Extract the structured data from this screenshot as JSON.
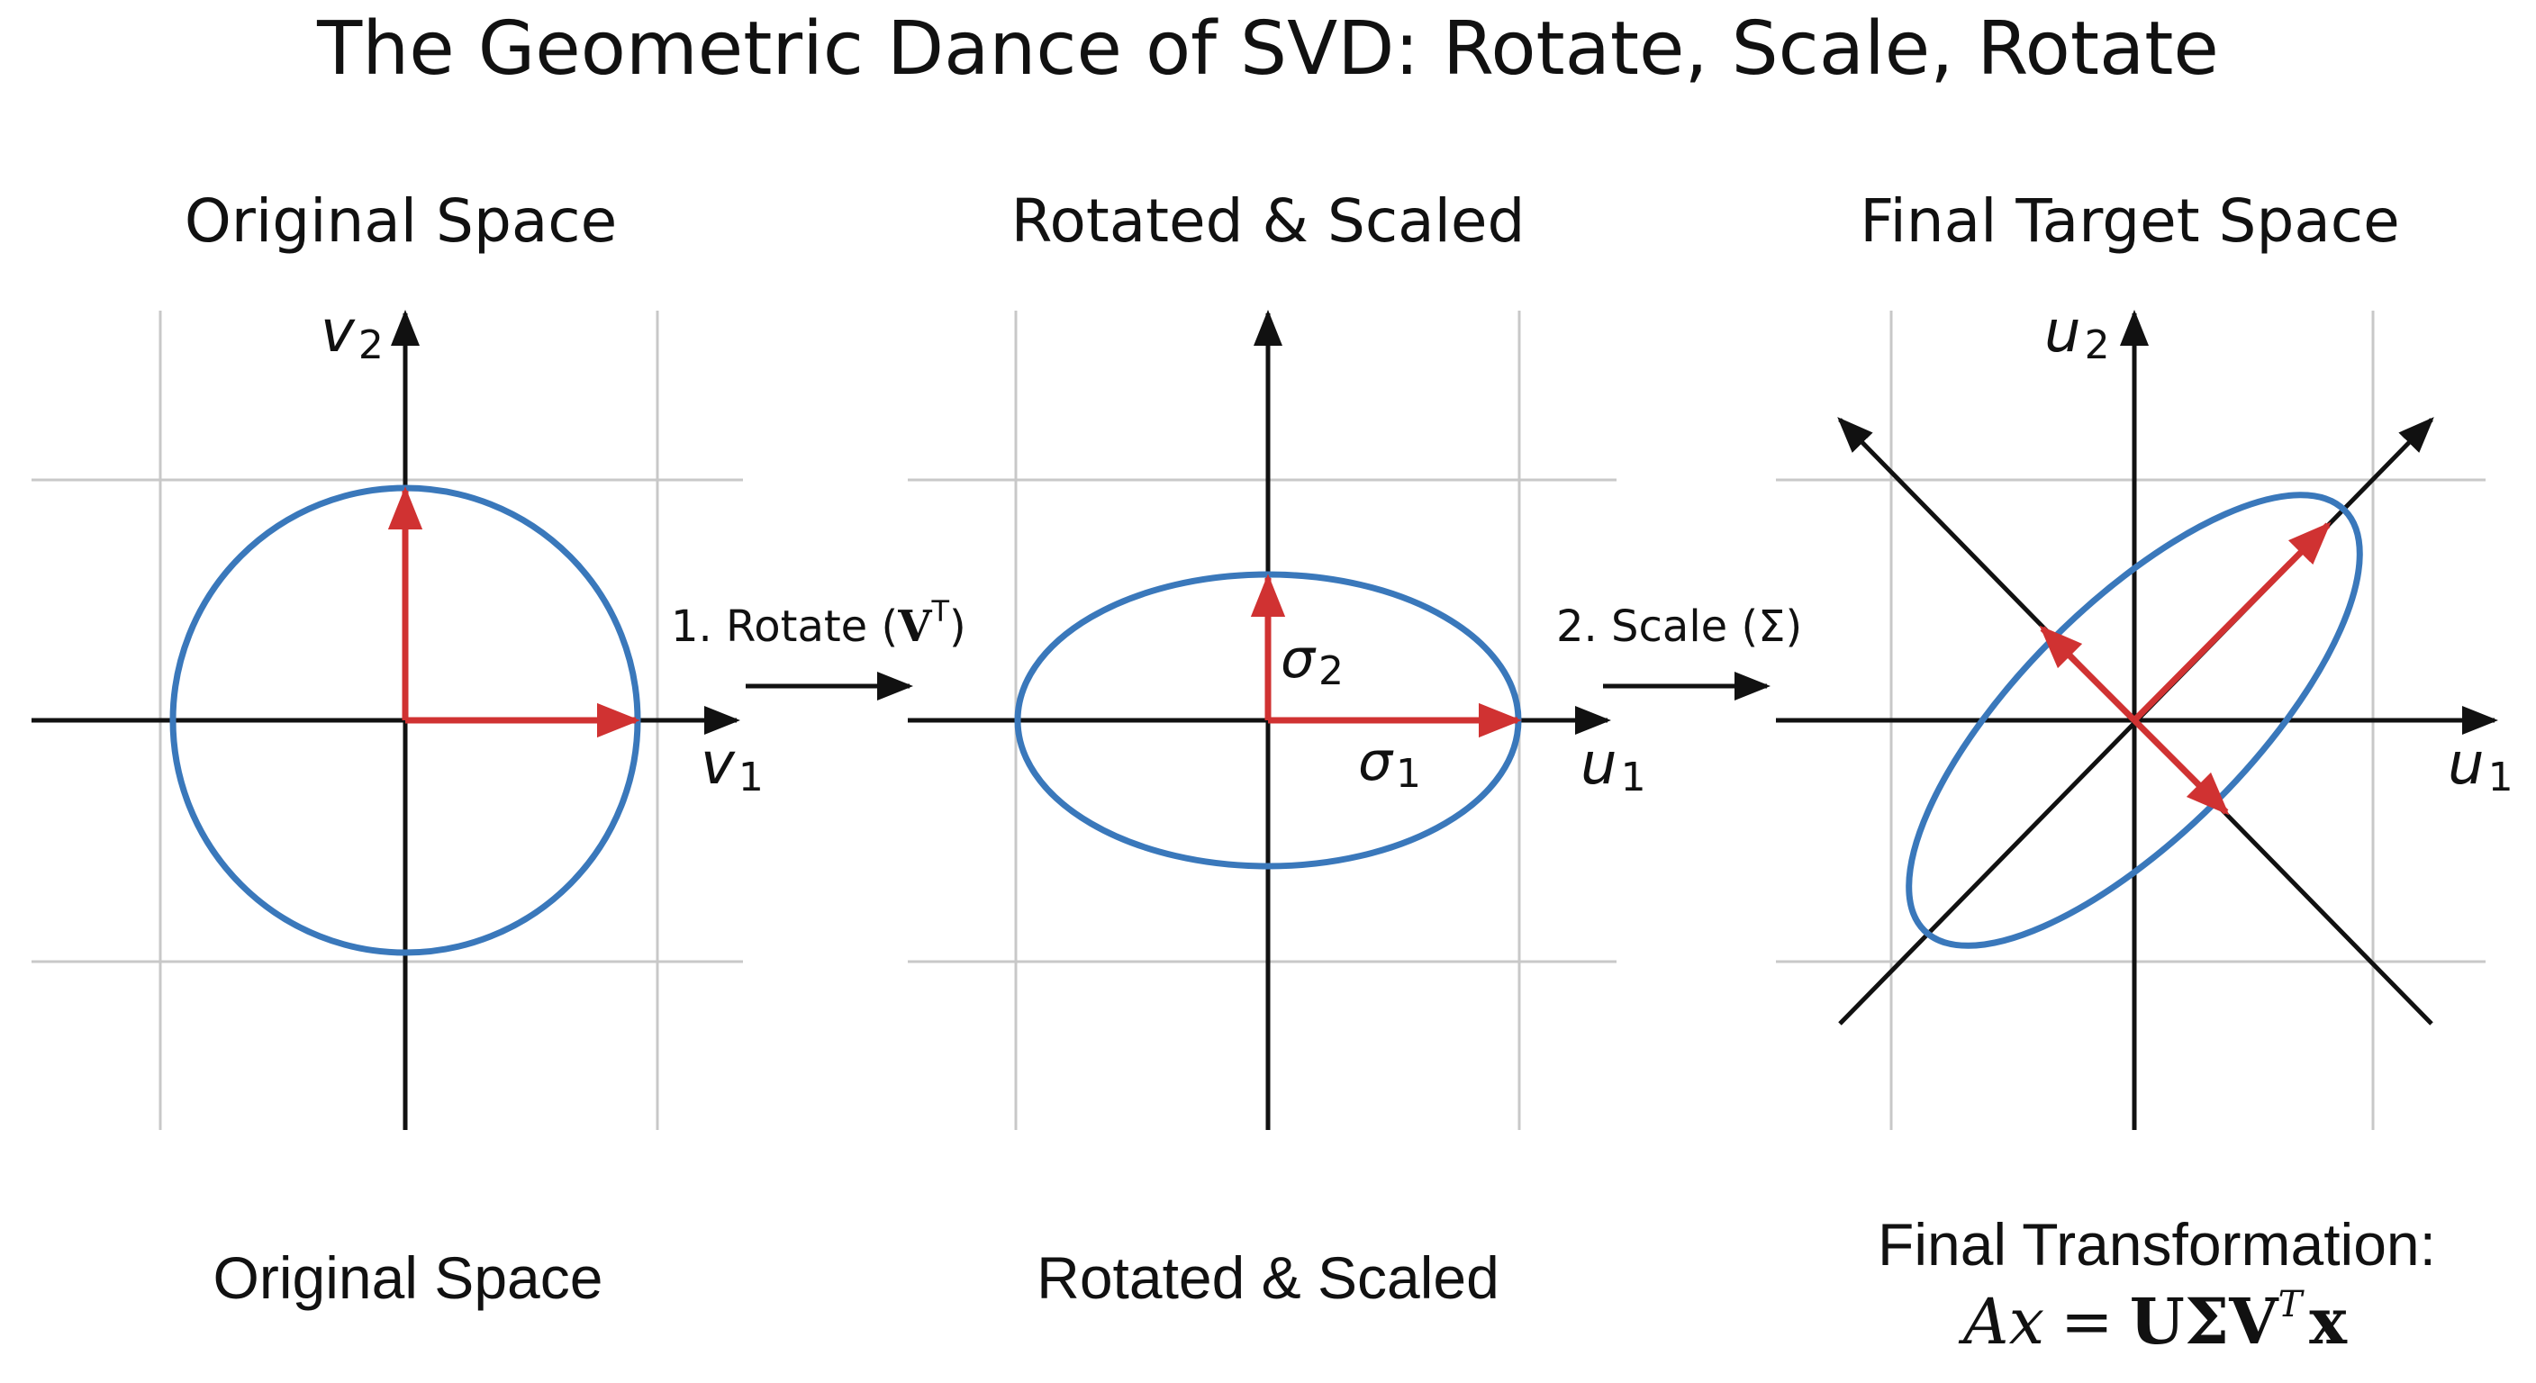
{
  "title": "The Geometric Dance of SVD: Rotate, Scale, Rotate",
  "panels": [
    {
      "title": "Original Space",
      "bottom_label": "Original Space",
      "axis_x_label": "v",
      "axis_x_sub": "1",
      "axis_y_label": "v",
      "axis_y_sub": "2"
    },
    {
      "title": "Rotated & Scaled",
      "bottom_label": "Rotated & Scaled",
      "axis_x_label": "u",
      "axis_x_sub": "1",
      "sigma1_label": "σ",
      "sigma1_sub": "1",
      "sigma2_label": "σ",
      "sigma2_sub": "2"
    },
    {
      "title": "Final Target Space",
      "bottom_label": "Final Transformation:",
      "axis_x_label": "u",
      "axis_x_sub": "1",
      "axis_y_label": "u",
      "axis_y_sub": "2"
    }
  ],
  "steps": [
    {
      "label": "1. Rotate (",
      "symbol": "V",
      "sup": "T",
      "close": ")"
    },
    {
      "label": "2. Scale (Σ)"
    }
  ],
  "formula": {
    "lhs": "Ax",
    "eq": "=",
    "rhs": "UΣV",
    "sup": "T",
    "vec": "x"
  },
  "colors": {
    "shape": "#3a78bb",
    "vector": "#d03232",
    "axis": "#111111",
    "grid": "#c8c8c8"
  }
}
